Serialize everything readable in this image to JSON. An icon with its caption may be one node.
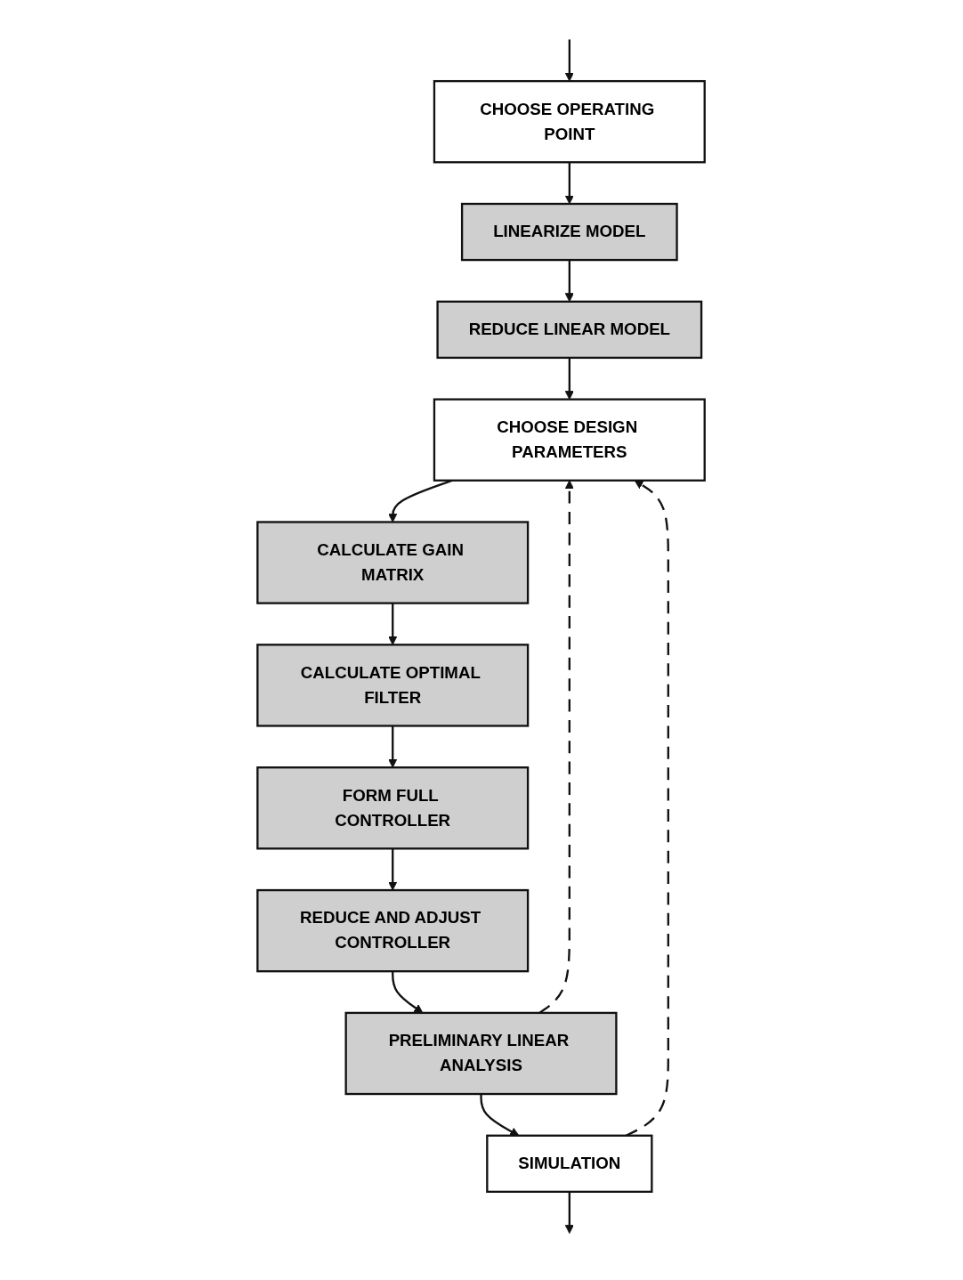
{
  "diagram": {
    "nodes": [
      {
        "text": [
          "CHOOSE OPERATING POINT"
        ]
      },
      {
        "text": [
          "LINEARIZE MODEL"
        ]
      },
      {
        "text": [
          "REDUCE LINEAR MODEL"
        ]
      },
      {
        "text": [
          "CHOOSE DESIGN PARAMETERS"
        ]
      },
      {
        "text": [
          "CALCULATE GAIN MATRIX"
        ]
      },
      {
        "text": [
          "CALCULATE OPTIMAL FILTER"
        ]
      },
      {
        "text": [
          "FORM FULL CONTROLLER"
        ]
      },
      {
        "text": [
          "REDUCE AND ADJUST CONTROLLER"
        ]
      },
      {
        "text": [
          "PRELIMINARY LINEAR ANALYSIS"
        ]
      },
      {
        "text": [
          "SIMULATION"
        ]
      }
    ],
    "edges": [
      {
        "from": null,
        "to": 0,
        "arrow": "to"
      },
      {
        "from": 0,
        "to": 1,
        "arrow": "to"
      },
      {
        "from": 1,
        "to": 2,
        "arrow": "to"
      },
      {
        "from": 2,
        "to": 3,
        "arrow": "to"
      },
      {
        "from": 3,
        "to": 4,
        "arrow": "to"
      },
      {
        "from": 4,
        "to": 5,
        "arrow": "to"
      },
      {
        "from": 5,
        "to": 6,
        "arrow": "to"
      },
      {
        "from": 6,
        "to": 7,
        "arrow": "to"
      },
      {
        "from": 7,
        "to": 8,
        "arrow": "to"
      },
      {
        "from": 8,
        "to": 9,
        "arrow": "to"
      },
      {
        "from": 9,
        "to": null,
        "arrow": "to"
      },
      {
        "from": 8,
        "to": 3,
        "arrow": "to",
        "style": "dashed"
      },
      {
        "from": 9,
        "to": 3,
        "arrow": "to",
        "style": "dashed"
      }
    ]
  }
}
